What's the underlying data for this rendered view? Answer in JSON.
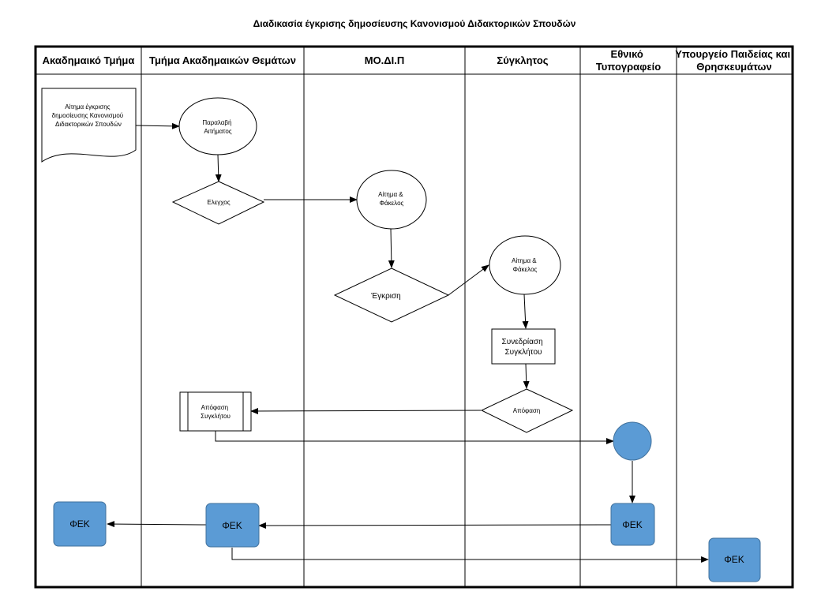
{
  "title": "Διαδικασία έγκρισης δημοσίευσης Κανονισμού Διδακτορικών Σπουδών",
  "lanes": [
    {
      "id": "dept",
      "lines": [
        "Ακαδημαικό Τμήμα"
      ]
    },
    {
      "id": "academic",
      "lines": [
        "Τμήμα Ακαδημαικών Θεμάτων"
      ]
    },
    {
      "id": "modip",
      "lines": [
        "ΜΟ.ΔΙ.Π"
      ]
    },
    {
      "id": "senate",
      "lines": [
        "Σύγκλητος"
      ]
    },
    {
      "id": "printing",
      "lines": [
        "Εθνικό",
        "Τυπογραφείο"
      ]
    },
    {
      "id": "ministry",
      "lines": [
        "Υπουργείο Παιδείας και",
        "Θρησκευμάτων"
      ]
    }
  ],
  "nodes": {
    "request_doc": {
      "shape": "document",
      "lines": [
        "Αίτημα έγκρισης",
        "δημοσίευσης Κανονισμού",
        "Διδακτορικών Σπουδών"
      ]
    },
    "receive_request": {
      "shape": "ellipse",
      "lines": [
        "Παραλαβή",
        "Αιτήματος"
      ]
    },
    "check": {
      "shape": "decision",
      "lines": [
        "Ελεγχος"
      ]
    },
    "request_folder_modip": {
      "shape": "ellipse",
      "lines": [
        "Αίτημα &",
        "Φάκελος"
      ]
    },
    "approval": {
      "shape": "decision",
      "lines": [
        "Έγκριση"
      ]
    },
    "request_folder_senate": {
      "shape": "ellipse",
      "lines": [
        "Αίτημα &",
        "Φάκελος"
      ]
    },
    "senate_meeting": {
      "shape": "process",
      "lines": [
        "Συνεδρίαση",
        "Συγκλήτου"
      ]
    },
    "decision": {
      "shape": "decision",
      "lines": [
        "Απόφαση"
      ]
    },
    "senate_decision": {
      "shape": "subprocess",
      "lines": [
        "Απόφαση",
        "Συγκλήτου"
      ]
    },
    "printing_connector": {
      "shape": "connector",
      "lines": []
    },
    "fek_printing": {
      "shape": "rounded",
      "lines": [
        "ΦΕΚ"
      ]
    },
    "fek_academic": {
      "shape": "rounded",
      "lines": [
        "ΦΕΚ"
      ]
    },
    "fek_dept": {
      "shape": "rounded",
      "lines": [
        "ΦΕΚ"
      ]
    },
    "fek_ministry": {
      "shape": "rounded",
      "lines": [
        "ΦΕΚ"
      ]
    }
  },
  "edges": [
    {
      "from": "request_doc",
      "to": "receive_request"
    },
    {
      "from": "receive_request",
      "to": "check"
    },
    {
      "from": "check",
      "to": "request_folder_modip"
    },
    {
      "from": "request_folder_modip",
      "to": "approval"
    },
    {
      "from": "approval",
      "to": "request_folder_senate"
    },
    {
      "from": "request_folder_senate",
      "to": "senate_meeting"
    },
    {
      "from": "senate_meeting",
      "to": "decision"
    },
    {
      "from": "decision",
      "to": "senate_decision"
    },
    {
      "from": "senate_decision",
      "to": "printing_connector"
    },
    {
      "from": "printing_connector",
      "to": "fek_printing"
    },
    {
      "from": "fek_printing",
      "to": "fek_academic"
    },
    {
      "from": "fek_academic",
      "to": "fek_dept"
    },
    {
      "from": "fek_academic",
      "to": "fek_ministry"
    }
  ],
  "colors": {
    "line": "#000000",
    "fill_blue": "#5b9bd5",
    "stroke_blue": "#41719c",
    "background": "#ffffff"
  }
}
